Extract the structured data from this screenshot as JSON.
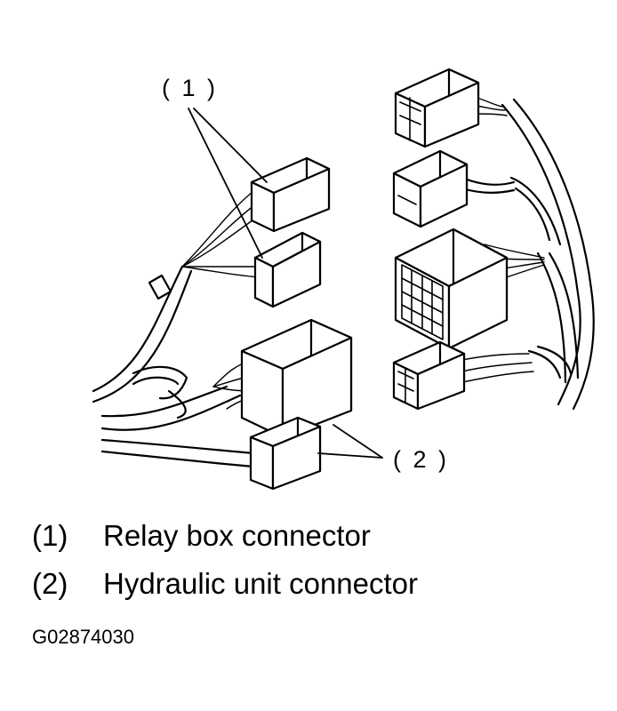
{
  "callouts": {
    "c1": "( 1 )",
    "c2": "( 2 )"
  },
  "legend": [
    {
      "num": "(1)",
      "text": "Relay box connector"
    },
    {
      "num": "(2)",
      "text": "Hydraulic unit connector"
    }
  ],
  "figure_id": "G02874030"
}
